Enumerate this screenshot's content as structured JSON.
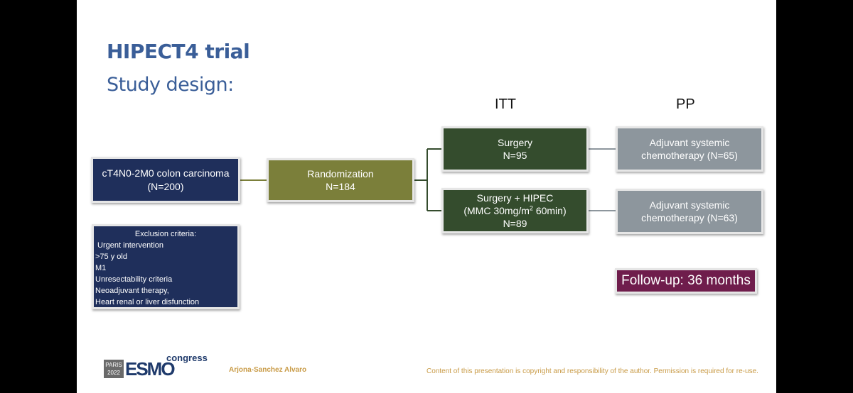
{
  "slide": {
    "title": "HIPECT4 trial",
    "subtitle": "Study design:",
    "col_itt": "ITT",
    "col_pp": "PP"
  },
  "boxes": {
    "population_line1": "cT4N0-2M0 colon carcinoma",
    "population_line2": "(N=200)",
    "randomization_line1": "Randomization",
    "randomization_line2": "N=184",
    "surgery_line1": "Surgery",
    "surgery_line2": "N=95",
    "hipec_line1": "Surgery + HIPEC",
    "hipec_line2_pre": "(MMC 30mg/m",
    "hipec_line2_sup": "2",
    "hipec_line2_post": " 60min)",
    "hipec_line3": "N=89",
    "adj1_line1": "Adjuvant systemic",
    "adj1_line2": "chemotherapy (N=65)",
    "adj2_line1": "Adjuvant systemic",
    "adj2_line2": "chemotherapy (N=63)"
  },
  "exclusion": {
    "heading": "Exclusion criteria:",
    "items": [
      " Urgent intervention",
      ">75 y old",
      "M1",
      "Unresectability criteria",
      "Neoadjuvant therapy,",
      "Heart renal or liver disfunction"
    ]
  },
  "followup": "Follow-up: 36 months",
  "footer": {
    "logo_city": "PARIS",
    "logo_year": "2022",
    "logo_esmo": "ESMO",
    "logo_congress": "congress",
    "author": "Arjona-Sanchez Alvaro",
    "copyright": "Content of this presentation is copyright and responsibility of the author. Permission is required for re-use."
  },
  "colors": {
    "navy": "#1f2f5b",
    "olive": "#7b7f3a",
    "dark_green": "#344c2d",
    "grey": "#8d969d",
    "plum": "#6f1d4c",
    "title_blue": "#3a5e98"
  }
}
